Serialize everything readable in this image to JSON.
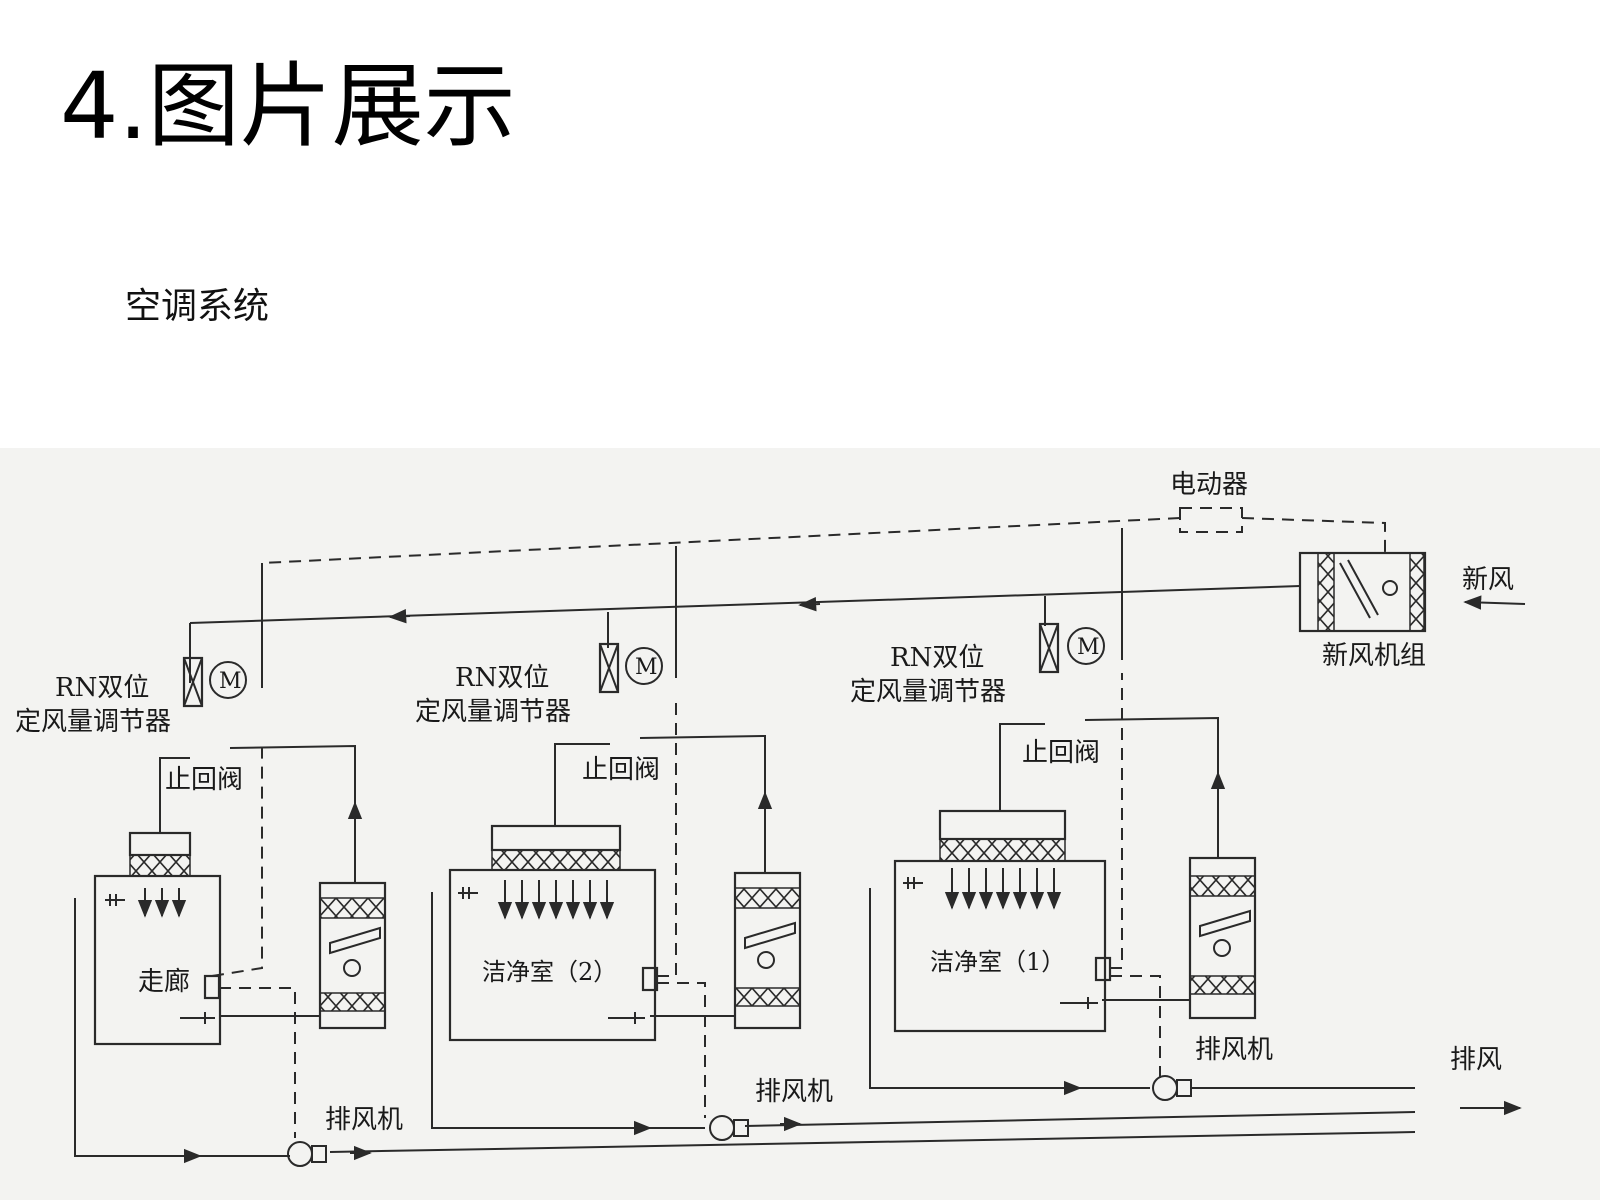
{
  "slide": {
    "title": "4.图片展示",
    "subtitle": "空调系统"
  },
  "diagram": {
    "electric_actuator": "电动器",
    "fresh_air": "新风",
    "fresh_air_unit": "新风机组",
    "exhaust_air": "排风",
    "exhaust_fan": "排风机",
    "regulator_line1": "RN双位",
    "regulator_line2": "定风量调节器",
    "check_valve": "止回阀",
    "corridor": "走廊",
    "clean_room_2": "洁净室（2）",
    "clean_room_1": "洁净室（1）",
    "motor": "M"
  }
}
